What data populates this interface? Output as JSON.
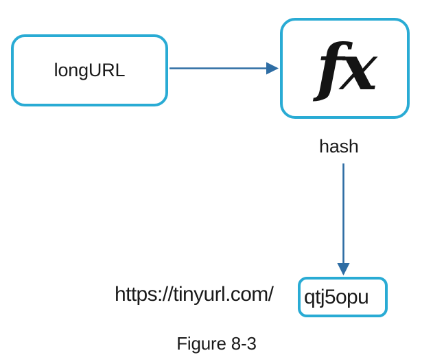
{
  "figure": {
    "caption": "Figure 8-3",
    "background_color": "#ffffff",
    "box_border_color": "#29abd4",
    "arrow_color": "#2e6da4",
    "text_color": "#1a1a1a"
  },
  "nodes": {
    "input": {
      "label": "longURL",
      "name": "long-url-box"
    },
    "function": {
      "glyph": "fx",
      "name": "hash-function-box"
    },
    "output": {
      "hash_value": "qtj5opu",
      "url_prefix": "https://tinyurl.com/",
      "name": "hash-value-box"
    }
  },
  "edges": [
    {
      "name": "longurl-to-function",
      "label": "",
      "from": "long-url-box",
      "to": "hash-function-box",
      "direction": "right"
    },
    {
      "name": "function-to-hash",
      "label": "hash",
      "from": "hash-function-box",
      "to": "hash-value-box",
      "direction": "down"
    }
  ],
  "labels": {
    "hash_edge": "hash"
  }
}
